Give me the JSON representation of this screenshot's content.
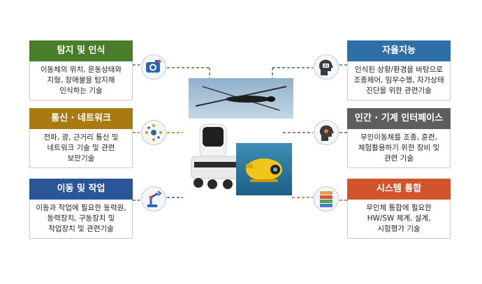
{
  "left_cards": [
    {
      "title": "탐지 및 인식",
      "description": "이동체의 위치, 운동상태와\n지형, 장애물을 탐지해\n인식하는 기술",
      "color": "#4a7d2a",
      "icon": "camera-icon"
    },
    {
      "title": "통신 · 네트워크",
      "description": "전파, 광, 근거리 통신 및\n네트워크 기술 및 관련\n보안기술",
      "color": "#a77a12",
      "icon": "network-icon"
    },
    {
      "title": "이동 및 작업",
      "description": "이동과 작업에 필요한 동력원,\n동력장치, 구동장치 및\n작업장치 및 관련기술",
      "color": "#2a5597",
      "icon": "robot-arm-icon"
    }
  ],
  "right_cards": [
    {
      "title": "자율지능",
      "description": "인식된 상황/환경을 바탕으로\n조종제어, 임무수행, 자가상태\n진단을 위한 관련기술",
      "color": "#2f6fa8",
      "icon": "ai-head-icon"
    },
    {
      "title": "인간 · 기계 인터페이스",
      "description": "무인이동체를 조종, 훈련,\n체험활용하기 위한 장비 및\n관련 기술",
      "color": "#5e5e5e",
      "icon": "human-head-icon"
    },
    {
      "title": "시스템 통합",
      "description": "무인체 통합에 필요한\nHW/SW 체계, 설계,\n시험평가 기술",
      "color": "#d2542a",
      "icon": "layers-icon"
    }
  ],
  "photos": [
    "drone-photo",
    "delivery-robot-photo",
    "underwater-drone-photo"
  ]
}
